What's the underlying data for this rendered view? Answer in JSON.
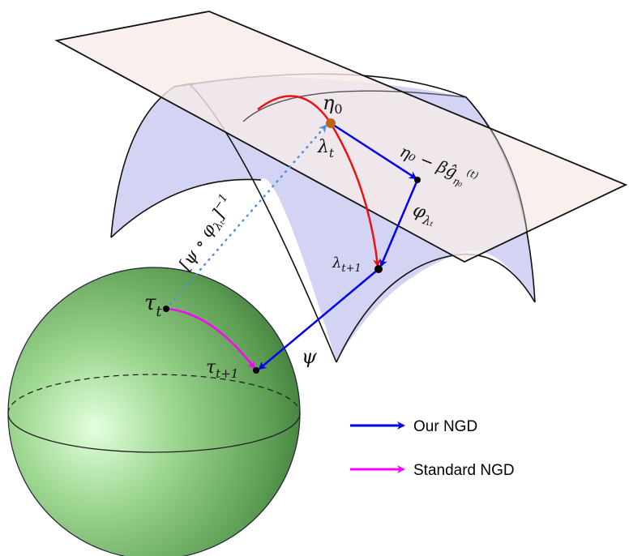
{
  "colors": {
    "plane": "#f8ecea",
    "saddle": "#d3d3f3",
    "sphere": "#5e9e55",
    "our_ngd": "#0000ee",
    "standard_ngd": "#ff00ff",
    "curve": "#ee1111",
    "inverse_map": "#4a90e2",
    "eta0_point": "#b8681a"
  },
  "labels": {
    "eta0": {
      "base": "η",
      "sub": "0"
    },
    "lambda_t": {
      "base": "λ",
      "sub": "t"
    },
    "step": {
      "text": "η₀ − βĝ",
      "sub": "η₀",
      "sup": "(t)"
    },
    "phi": {
      "base": "φ",
      "sub": "λₜ"
    },
    "lambda_t1": {
      "base": "λ",
      "sub": "t+1"
    },
    "psi": {
      "text": "ψ"
    },
    "inverse": {
      "text": "[ψ ∘ φ",
      "sub": "λₜ",
      "tail": "]",
      "sup": "−1"
    },
    "tau_t": {
      "base": "τ",
      "sub": "t"
    },
    "tau_t1": {
      "base": "τ",
      "sub": "t+1"
    }
  },
  "legend": [
    {
      "label": "Our NGD",
      "color": "#0000ee"
    },
    {
      "label": "Standard NGD",
      "color": "#ff00ff"
    }
  ]
}
